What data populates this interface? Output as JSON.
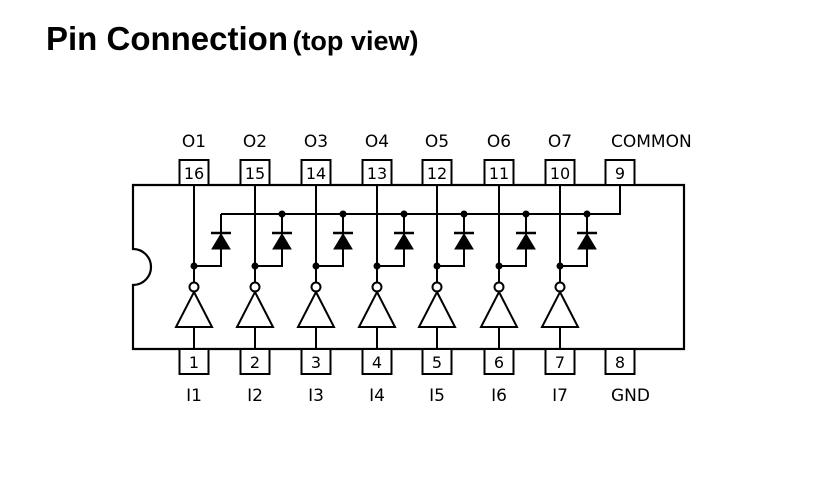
{
  "title": {
    "main": "Pin Connection",
    "sub": "(top view)"
  },
  "top_pins": [
    {
      "label": "O1",
      "number": "16"
    },
    {
      "label": "O2",
      "number": "15"
    },
    {
      "label": "O3",
      "number": "14"
    },
    {
      "label": "O4",
      "number": "13"
    },
    {
      "label": "O5",
      "number": "12"
    },
    {
      "label": "O6",
      "number": "11"
    },
    {
      "label": "O7",
      "number": "10"
    },
    {
      "label": "COMMON",
      "number": "9"
    }
  ],
  "bottom_pins": [
    {
      "label": "I1",
      "number": "1"
    },
    {
      "label": "I2",
      "number": "2"
    },
    {
      "label": "I3",
      "number": "3"
    },
    {
      "label": "I4",
      "number": "4"
    },
    {
      "label": "I5",
      "number": "5"
    },
    {
      "label": "I6",
      "number": "6"
    },
    {
      "label": "I7",
      "number": "7"
    },
    {
      "label": "GND",
      "number": "8"
    }
  ]
}
